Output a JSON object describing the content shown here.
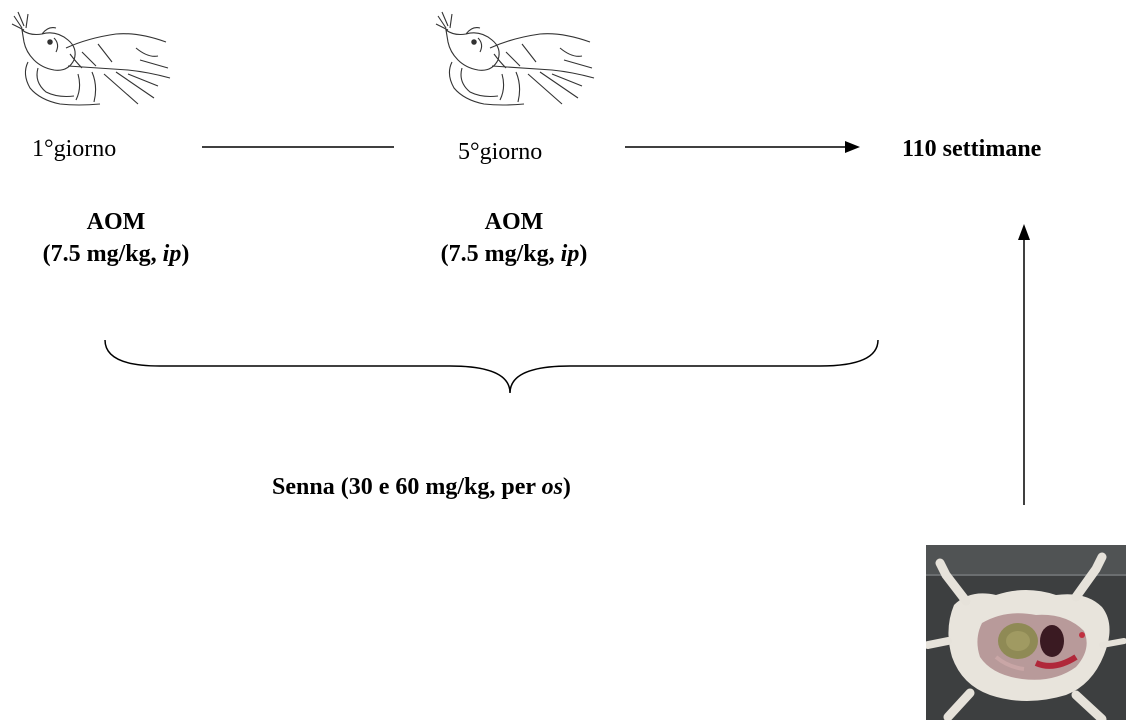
{
  "timeline": {
    "day1": {
      "label": "1°giorno"
    },
    "day5": {
      "label": "5°giorno"
    },
    "end": {
      "label": "110 settimane"
    }
  },
  "treatments": {
    "aom1": {
      "name": "AOM",
      "dose_prefix": "(7.5 mg/kg, ",
      "route": "ip",
      "dose_suffix": ")"
    },
    "aom2": {
      "name": "AOM",
      "dose_prefix": "(7.5 mg/kg, ",
      "route": "ip",
      "dose_suffix": ")"
    }
  },
  "senna": {
    "prefix": "Senna (30 e 60 mg/kg, per ",
    "route": "os",
    "suffix": ")"
  },
  "icons": {
    "injection1": "rat-injection-illustration",
    "injection2": "rat-injection-illustration",
    "dissection": "dissected-rat-photo"
  }
}
